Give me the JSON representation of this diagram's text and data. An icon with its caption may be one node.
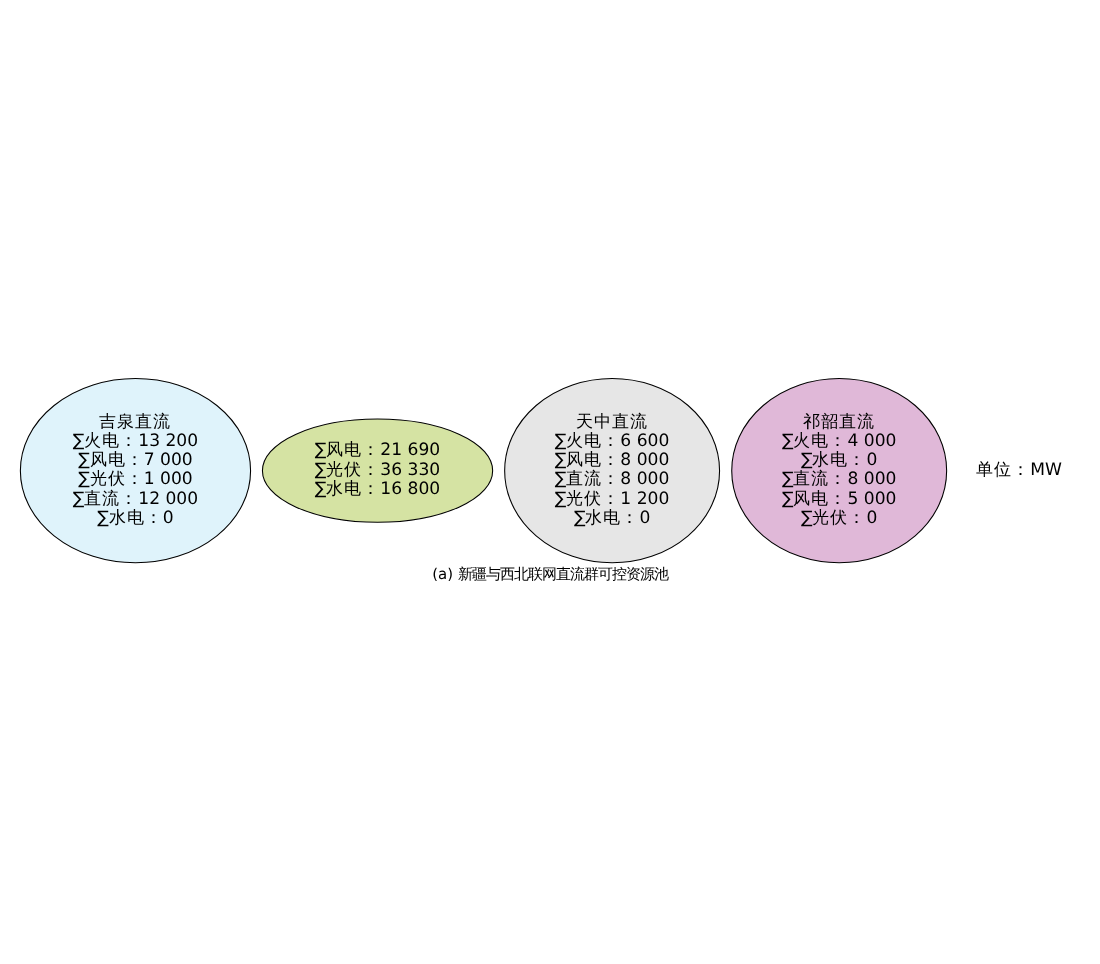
{
  "diagram": {
    "caption": "(a) 新疆与西北联网直流群可控资源池",
    "nodes": [
      {
        "text": [
          "吉泉直流",
          "∑火电：13 200",
          "∑风电：7 000",
          "∑光伏：1 000",
          "∑直流：12 000",
          "∑水电：0"
        ]
      },
      {
        "text": [
          "∑风电：21 690",
          "∑光伏：36 330",
          "∑水电：16 800"
        ]
      },
      {
        "text": [
          "天中直流",
          "∑火电：6 600",
          "∑风电：8 000",
          "∑直流：8 000",
          "∑光伏：1 200",
          "∑水电：0"
        ]
      },
      {
        "text": [
          "祁韶直流",
          "∑火电：4 000",
          "∑水电：0",
          "∑直流：8 000",
          "∑风电：5 000",
          "∑光伏：0"
        ]
      }
    ],
    "edges": [],
    "labels": [
      "单位：MW"
    ]
  }
}
